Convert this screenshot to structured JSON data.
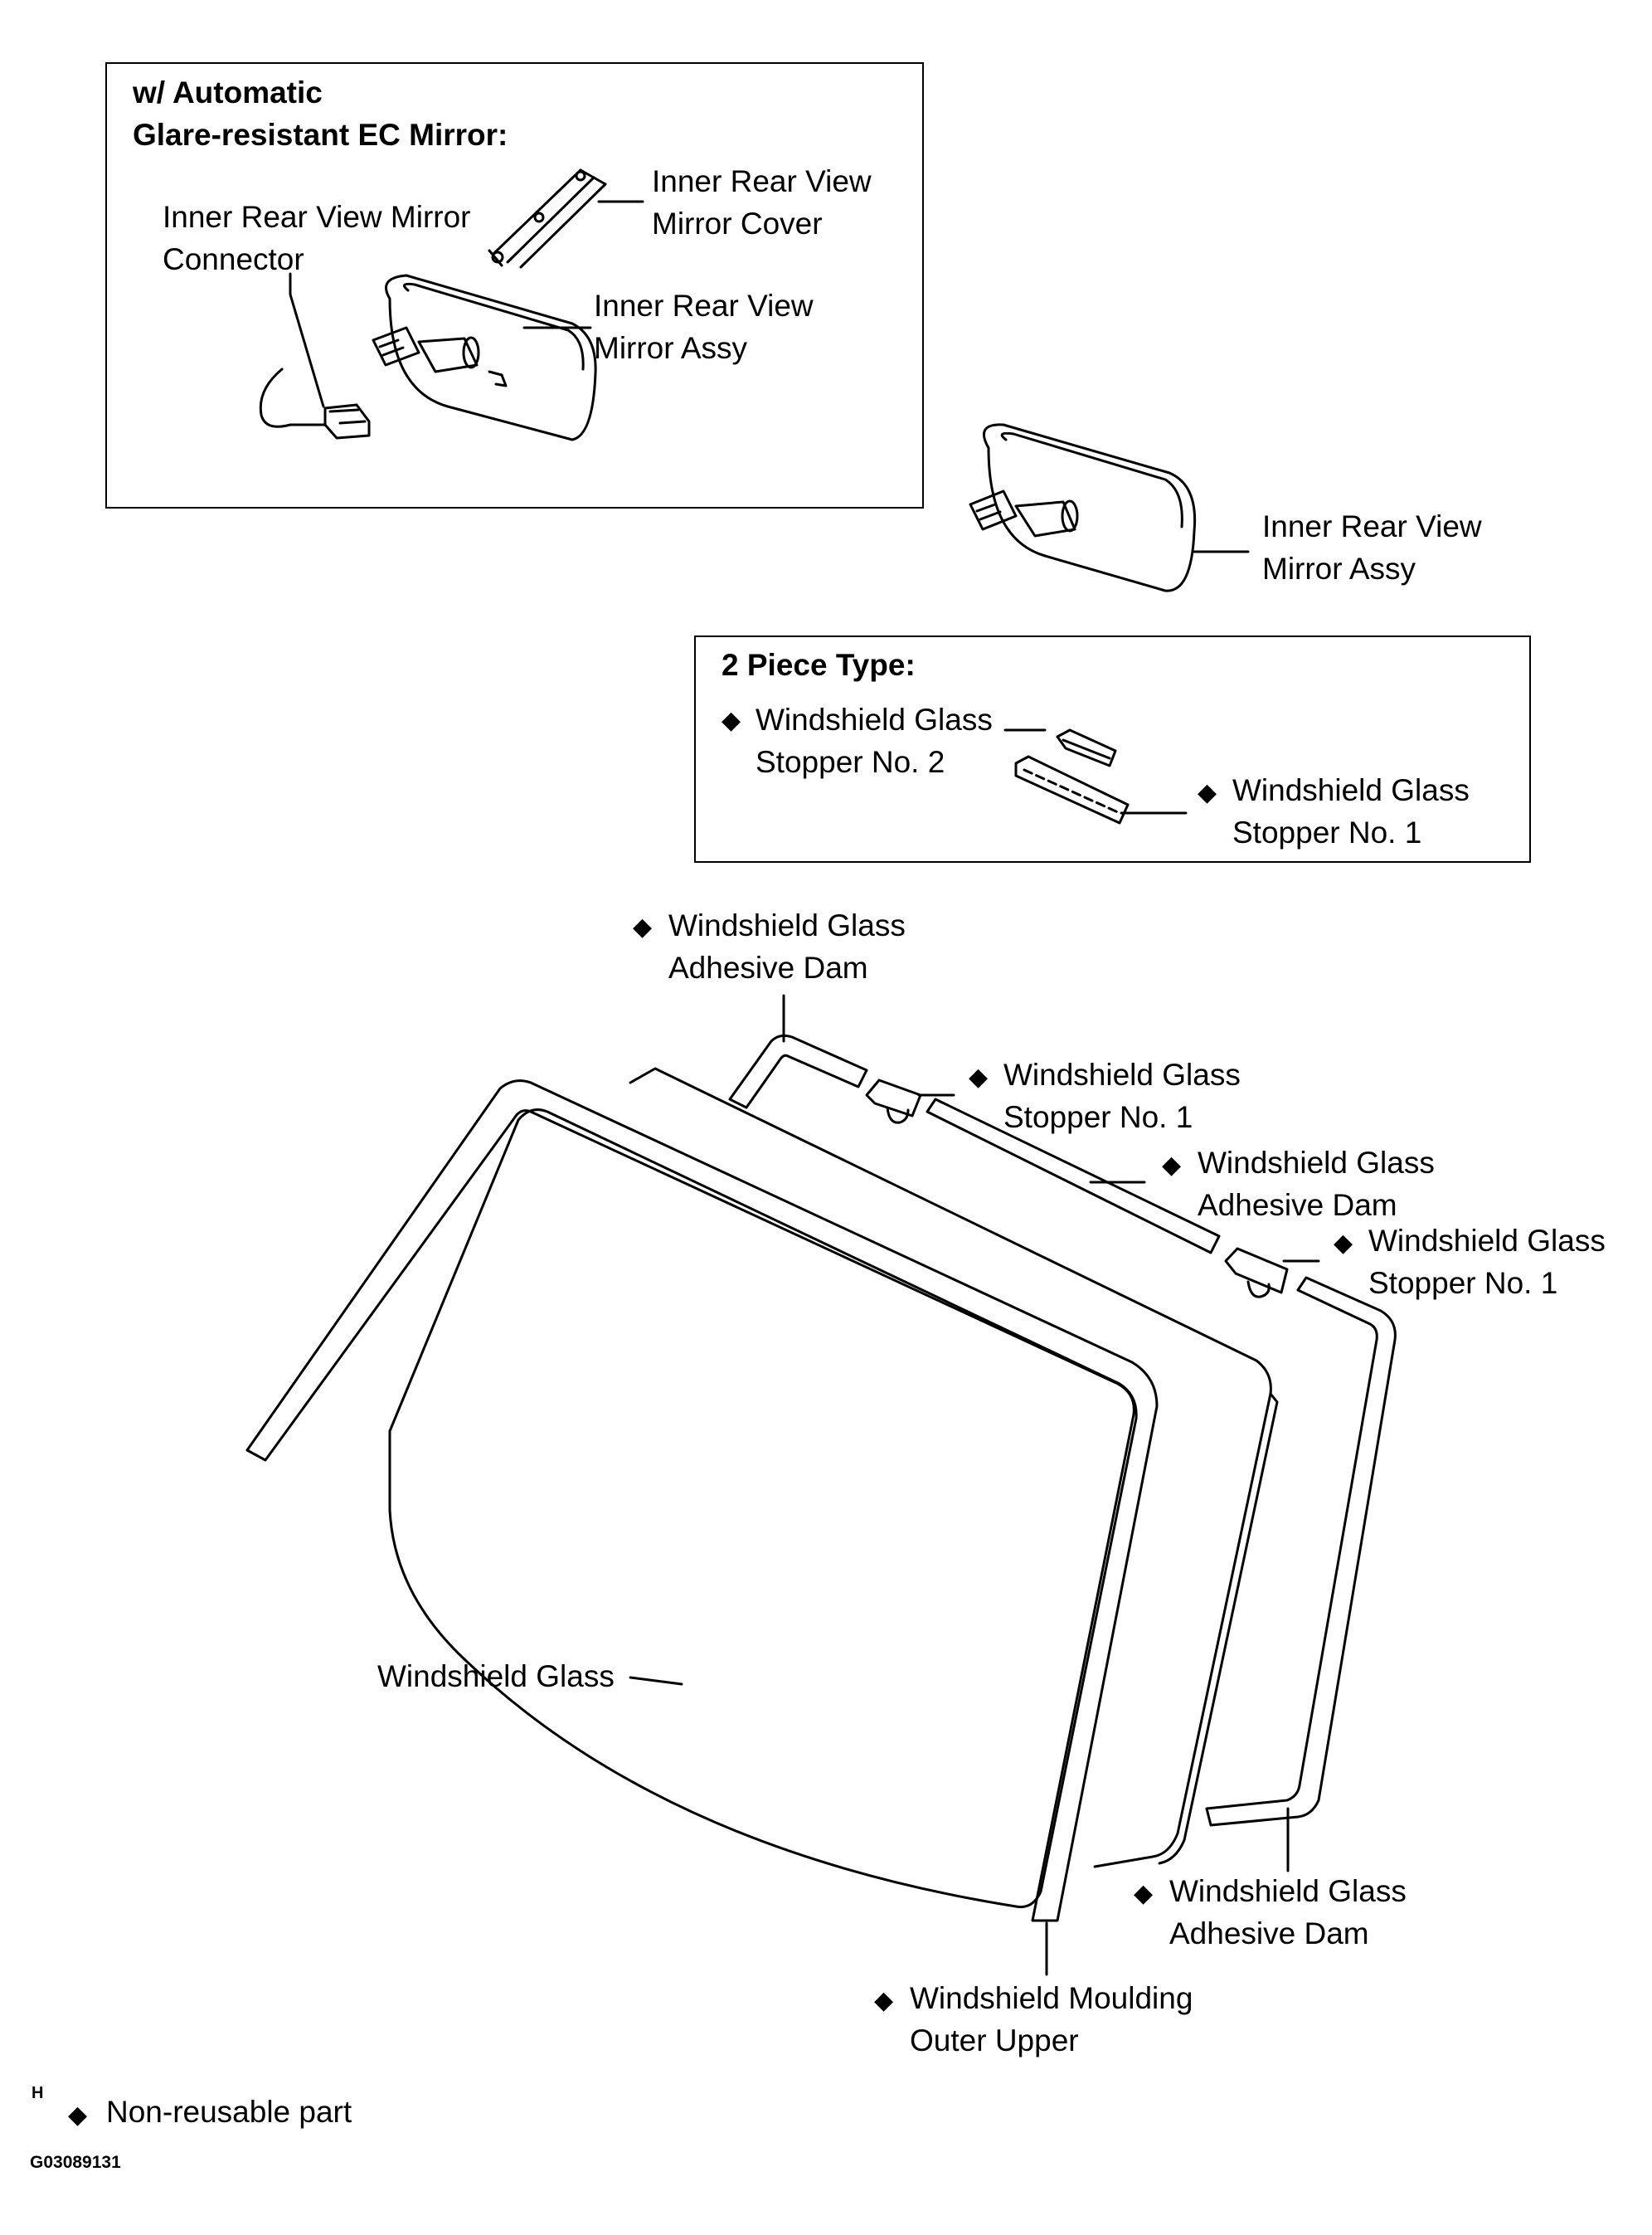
{
  "ec_mirror_box": {
    "heading_line1": "w/ Automatic",
    "heading_line2": "Glare-resistant EC Mirror:",
    "connector_line1": "Inner Rear View Mirror",
    "connector_line2": "Connector",
    "cover_line1": "Inner Rear View",
    "cover_line2": "Mirror Cover",
    "assy_line1": "Inner Rear View",
    "assy_line2": "Mirror Assy"
  },
  "mirror_assy_line1": "Inner Rear View",
  "mirror_assy_line2": "Mirror Assy",
  "two_piece_box": {
    "heading": "2 Piece Type:",
    "stopper2_line1": "Windshield Glass",
    "stopper2_line2": "Stopper No. 2",
    "stopper1_line1": "Windshield Glass",
    "stopper1_line2": "Stopper No. 1"
  },
  "adhesive_dam_top_line1": "Windshield Glass",
  "adhesive_dam_top_line2": "Adhesive Dam",
  "stopper1_a_line1": "Windshield Glass",
  "stopper1_a_line2": "Stopper No. 1",
  "adhesive_dam_mid_line1": "Windshield Glass",
  "adhesive_dam_mid_line2": "Adhesive Dam",
  "stopper1_b_line1": "Windshield Glass",
  "stopper1_b_line2": "Stopper No. 1",
  "windshield_glass": "Windshield Glass",
  "adhesive_dam_bottom_line1": "Windshield Glass",
  "adhesive_dam_bottom_line2": "Adhesive Dam",
  "moulding_line1": "Windshield Moulding",
  "moulding_line2": "Outer Upper",
  "legend": {
    "marker": "◆",
    "text": "Non-reusable part",
    "h_mark": "H"
  },
  "figure_code": "G03089131"
}
